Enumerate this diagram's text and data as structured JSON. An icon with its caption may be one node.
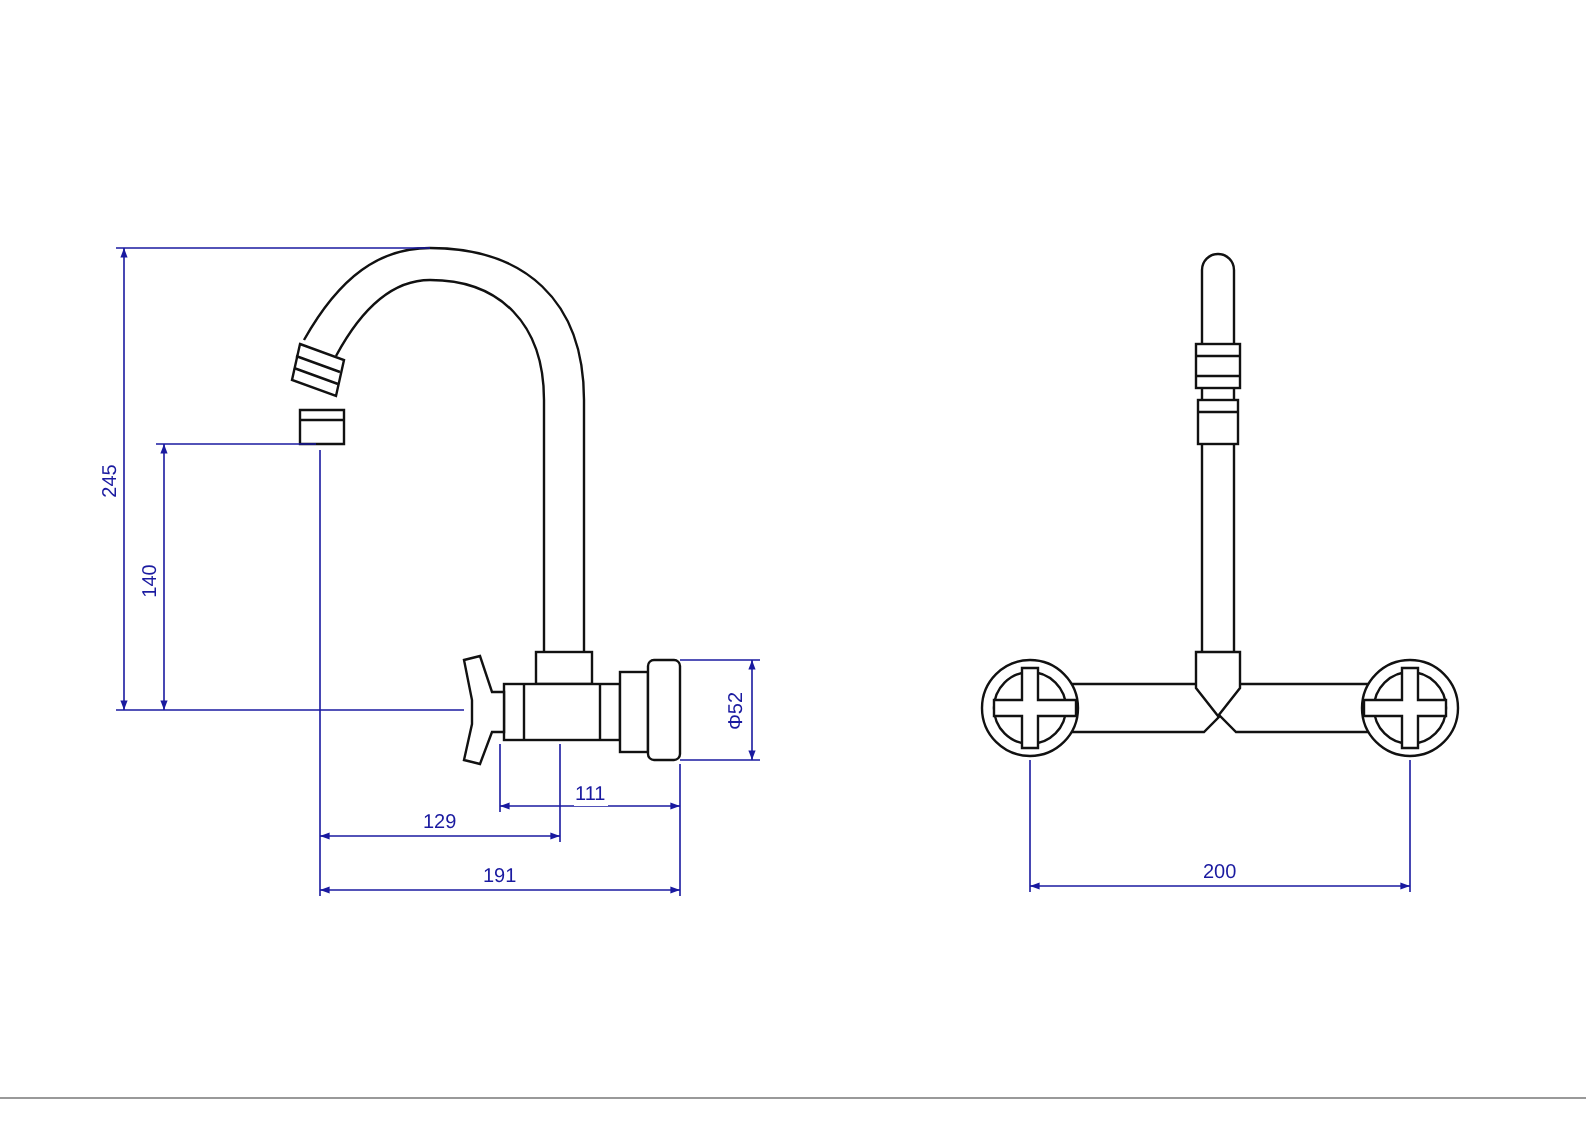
{
  "diagram": {
    "labels": [
      "245",
      "140",
      "Φ52",
      "129",
      "111",
      "191",
      "200"
    ]
  }
}
